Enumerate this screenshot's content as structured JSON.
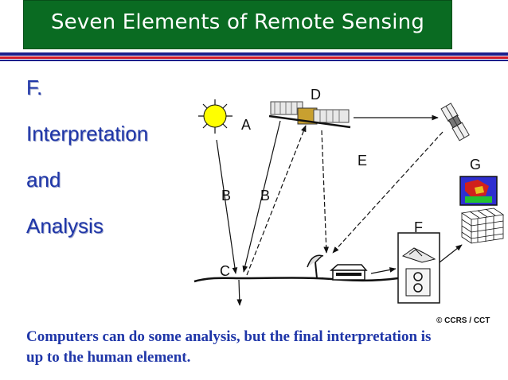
{
  "title": "Seven Elements of Remote Sensing",
  "heading": {
    "line1": "F.",
    "line2": "Interpretation",
    "line3": "and",
    "line4": "Analysis"
  },
  "diagram": {
    "labels": {
      "a": "A",
      "b1": "B",
      "b2": "B",
      "c": "C",
      "d": "D",
      "e": "E",
      "f": "F",
      "g": "G"
    },
    "credit": "© CCRS / CCT"
  },
  "caption": "Computers can do some analysis, but the final interpretation is up to the human element.",
  "colors": {
    "title_bg": "#0a6b22",
    "stripe_blue": "#1c1f8c",
    "stripe_red": "#d01b2a",
    "text_blue": "#1f36a8",
    "sun": "#ffff00"
  }
}
